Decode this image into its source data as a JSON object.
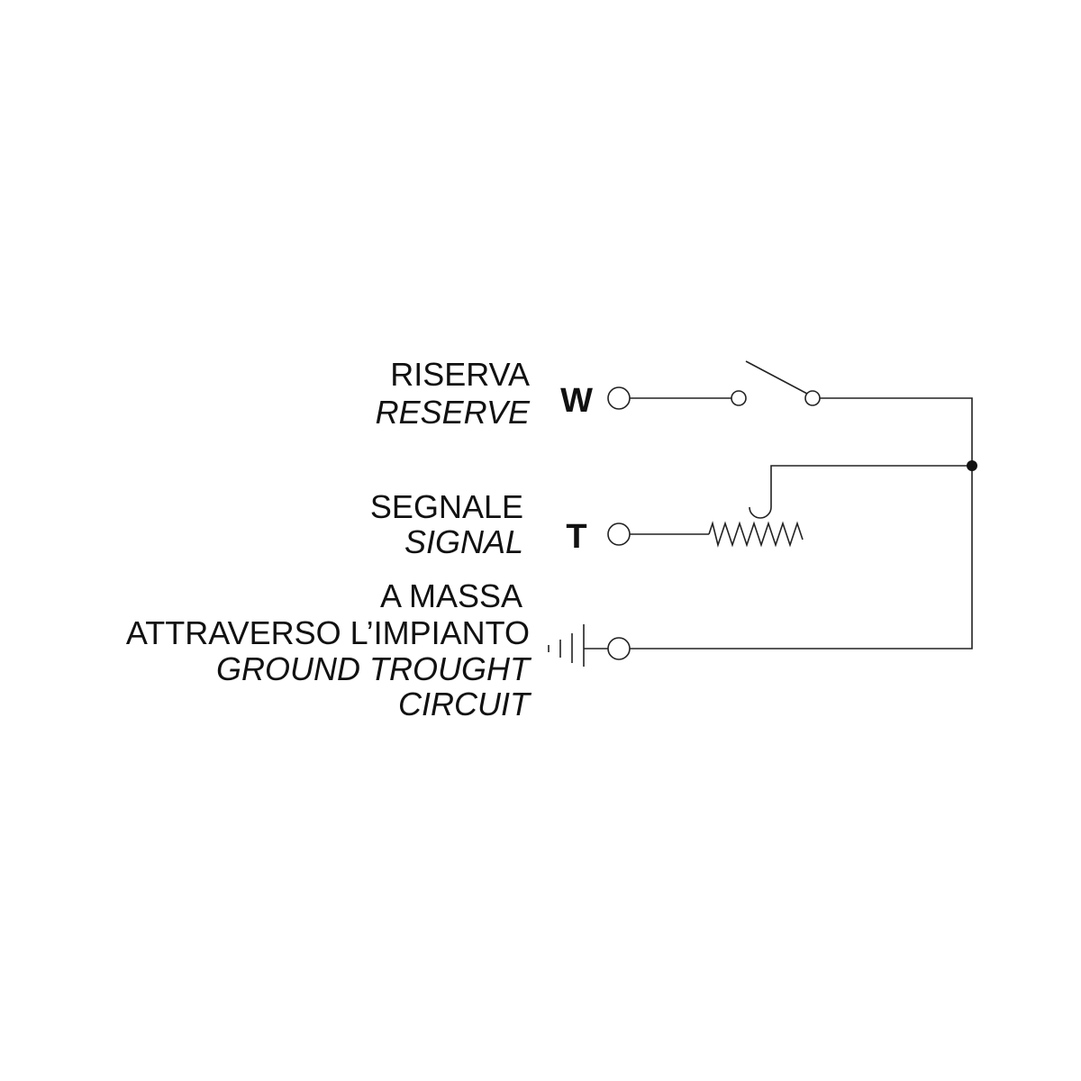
{
  "labels": {
    "reserve_it": "RISERVA",
    "reserve_en": "RESERVE",
    "signal_it": "SEGNALE",
    "signal_en": "SIGNAL",
    "ground_it_1": "A MASSA",
    "ground_it_2": "ATTRAVERSO L’IMPIANTO",
    "ground_en_1": "GROUND TROUGHT",
    "ground_en_2": "CIRCUIT"
  },
  "terminals": {
    "w": "W",
    "t": "T"
  },
  "colors": {
    "ink": "#222222",
    "background": "#ffffff"
  }
}
